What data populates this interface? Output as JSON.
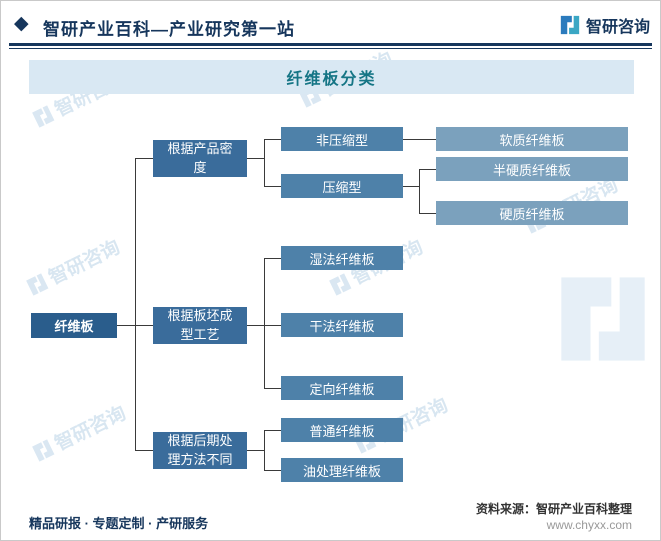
{
  "header": {
    "brand_diamond": "◆",
    "title": "智研产业百科—产业研究第一站",
    "logo_text": "智研咨询"
  },
  "chart_title": "纤维板分类",
  "tree": {
    "root": "纤维板",
    "branches": [
      {
        "label": "根据产品密度",
        "children": [
          {
            "label": "非压缩型",
            "children": [
              "软质纤维板"
            ]
          },
          {
            "label": "压缩型",
            "children": [
              "半硬质纤维板",
              "硬质纤维板"
            ]
          }
        ]
      },
      {
        "label": "根据板坯成型工艺",
        "children": [
          {
            "label": "湿法纤维板",
            "children": []
          },
          {
            "label": "干法纤维板",
            "children": []
          },
          {
            "label": "定向纤维板",
            "children": []
          }
        ]
      },
      {
        "label": "根据后期处理方法不同",
        "children": [
          {
            "label": "普通纤维板",
            "children": []
          },
          {
            "label": "油处理纤维板",
            "children": []
          }
        ]
      }
    ]
  },
  "watermark_text": "智研咨询",
  "footer": {
    "services": "精品研报 · 专题定制 · 产研服务",
    "source": "资料来源：智研产业百科整理",
    "website": "www.chyxx.com"
  },
  "colors": {
    "navy": "#16365c",
    "title_text": "#157585",
    "title_band_bg": "#d9e8f3",
    "root_box": "#2a5d8c",
    "category_box": "#3a6c9b",
    "mid_box": "#4e81a9",
    "leaf_box": "#7ba1bd",
    "connector": "#3a3a3a",
    "watermark": "#b9d3e6"
  }
}
